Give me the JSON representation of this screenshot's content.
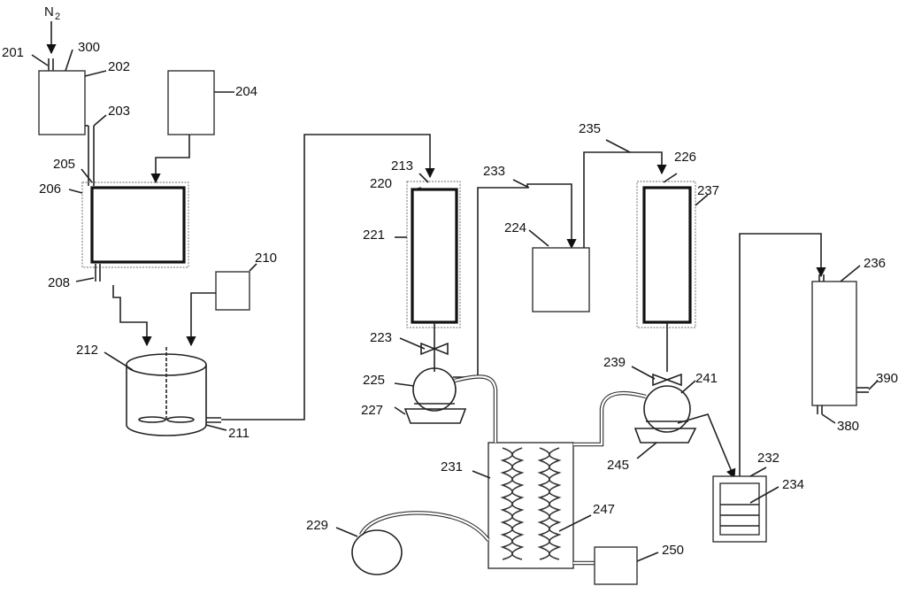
{
  "diagram": {
    "gas_label": "N",
    "gas_subscript": "2",
    "labels": {
      "l201": "201",
      "l300": "300",
      "l202": "202",
      "l203": "203",
      "l204": "204",
      "l205": "205",
      "l206": "206",
      "l208": "208",
      "l210": "210",
      "l212": "212",
      "l211": "211",
      "l213": "213",
      "l220": "220",
      "l221": "221",
      "l223": "223",
      "l225": "225",
      "l227": "227",
      "l233": "233",
      "l224": "224",
      "l235": "235",
      "l226": "226",
      "l237": "237",
      "l236": "236",
      "l239": "239",
      "l241": "241",
      "l390": "390",
      "l380": "380",
      "l245": "245",
      "l232": "232",
      "l234": "234",
      "l231": "231",
      "l247": "247",
      "l229": "229",
      "l250": "250"
    }
  }
}
